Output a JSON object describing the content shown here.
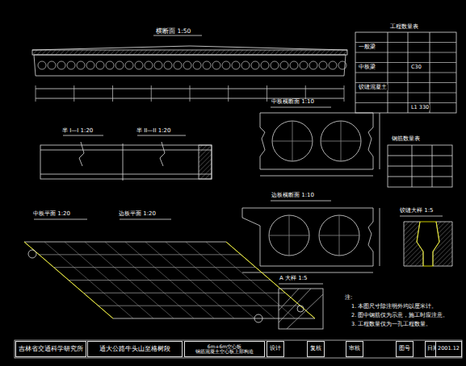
{
  "diagram": {
    "nodes": [
      {
        "text": [
          "吉林省交通科学研究所"
        ]
      },
      {
        "text": [
          "通大公路牛头山至格树段"
        ]
      },
      {
        "text": [
          "6m+6m空心板",
          "钢筋混凝土空心板上部构造"
        ]
      },
      {
        "text": [
          "设计"
        ]
      },
      {
        "text": [
          "复核"
        ]
      },
      {
        "text": [
          "审核"
        ]
      },
      {
        "text": [
          "图号"
        ]
      },
      {
        "text": [
          "日期"
        ]
      },
      {
        "text": [
          "2001.12"
        ]
      }
    ],
    "labels": [
      "横断面 1:50",
      "工程数量表",
      "一般梁",
      "中板梁",
      "铰缝混凝土",
      "C30",
      "L1 330",
      "半 I—I 1:20",
      "半 II—II 1:20",
      "中板横断面 1:10",
      "钢筋数量表",
      "边板横断面 1:10",
      "铰缝大样 1:5",
      "中板平面 1:20",
      "边板平面 1:20",
      "A 大样 1:5",
      "注:",
      "1. 本图尺寸除注明外均以厘米计。",
      "2. 图中钢筋仅为示意，施工时应注意。",
      "3. 工程数量仅为一孔工程数量。"
    ]
  }
}
